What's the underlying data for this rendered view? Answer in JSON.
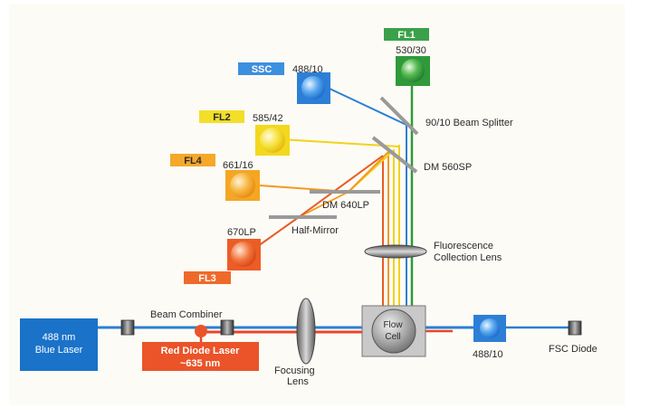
{
  "channels": {
    "fl1": {
      "name": "FL1",
      "filter": "530/30"
    },
    "ssc": {
      "name": "SSC",
      "filter": "488/10"
    },
    "fl2": {
      "name": "FL2",
      "filter": "585/42"
    },
    "fl4": {
      "name": "FL4",
      "filter": "661/16"
    },
    "fl3": {
      "name": "FL3",
      "filter": "670LP"
    }
  },
  "optics": {
    "beam_splitter": "90/10 Beam Splitter",
    "dm560": "DM 560SP",
    "dm640": "DM 640LP",
    "half_mirror": "Half-Mirror",
    "fluor_lens_1": "Fluorescence",
    "fluor_lens_2": "Collection Lens",
    "beam_combiner": "Beam Combiner",
    "focusing_1": "Focusing",
    "focusing_2": "Lens",
    "flow_cell_1": "Flow",
    "flow_cell_2": "Cell",
    "fsc_filter": "488/10",
    "fsc_diode": "FSC Diode"
  },
  "lasers": {
    "blue_1": "488  nm",
    "blue_2": "Blue Laser",
    "red_1": "Red Diode Laser",
    "red_2": "~635  nm"
  },
  "colors": {
    "blue_beam": "#2a7fd4",
    "red_beam": "#e8452a",
    "green": "#2f9a3a",
    "yellow": "#f1d21c",
    "orange": "#f39a1e",
    "red_orange": "#ea5a25",
    "laser_blue": "#1a72c9",
    "laser_red": "#ea5428"
  }
}
